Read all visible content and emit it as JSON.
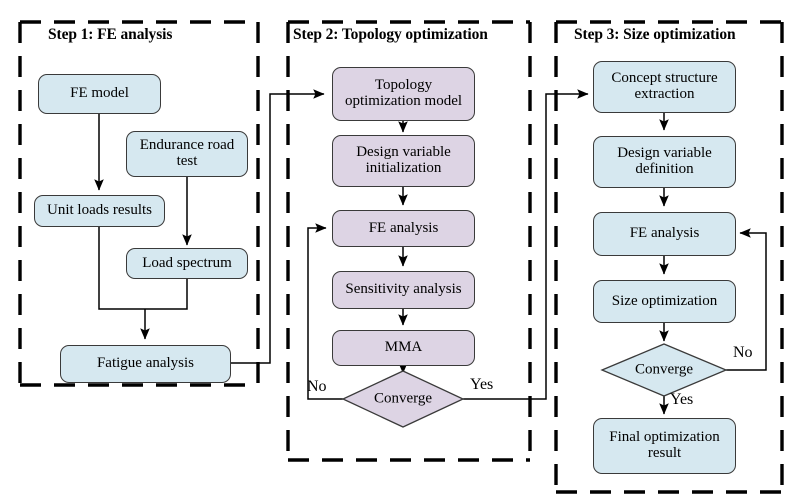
{
  "diagram": {
    "title": "Three-step structural optimization flowchart",
    "colors": {
      "blue_fill": "#d6e8f0",
      "purple_fill": "#ddd4e4",
      "stroke": "#3a3a3a",
      "line": "#000000",
      "background": "#ffffff"
    }
  },
  "panels": [
    {
      "id": "step1",
      "title": "Step 1: FE analysis"
    },
    {
      "id": "step2",
      "title": "Step 2: Topology optimization"
    },
    {
      "id": "step3",
      "title": "Step 3: Size optimization"
    }
  ],
  "step1": {
    "nodes": [
      {
        "id": "fe-model",
        "label": "FE model"
      },
      {
        "id": "endurance-road-test",
        "label": "Endurance road test"
      },
      {
        "id": "unit-loads-results",
        "label": "Unit loads results"
      },
      {
        "id": "load-spectrum",
        "label": "Load spectrum"
      },
      {
        "id": "fatigue-analysis",
        "label": "Fatigue analysis"
      }
    ]
  },
  "step2": {
    "nodes": [
      {
        "id": "topology-optimization-model",
        "label": "Topology optimization model"
      },
      {
        "id": "design-variable-initialization",
        "label": "Design variable initialization"
      },
      {
        "id": "fe-analysis",
        "label": "FE analysis"
      },
      {
        "id": "sensitivity-analysis",
        "label": "Sensitivity analysis"
      },
      {
        "id": "mma",
        "label": "MMA"
      }
    ],
    "decision": {
      "id": "converge",
      "label": "Converge"
    },
    "edge_labels": {
      "no": "No",
      "yes": "Yes"
    }
  },
  "step3": {
    "nodes": [
      {
        "id": "concept-structure-extraction",
        "label": "Concept structure extraction"
      },
      {
        "id": "design-variable-definition",
        "label": "Design variable definition"
      },
      {
        "id": "fe-analysis",
        "label": "FE analysis"
      },
      {
        "id": "size-optimization",
        "label": "Size optimization"
      },
      {
        "id": "final-optimization-result",
        "label": "Final optimization result"
      }
    ],
    "decision": {
      "id": "converge",
      "label": "Converge"
    },
    "edge_labels": {
      "no": "No",
      "yes": "Yes"
    }
  }
}
